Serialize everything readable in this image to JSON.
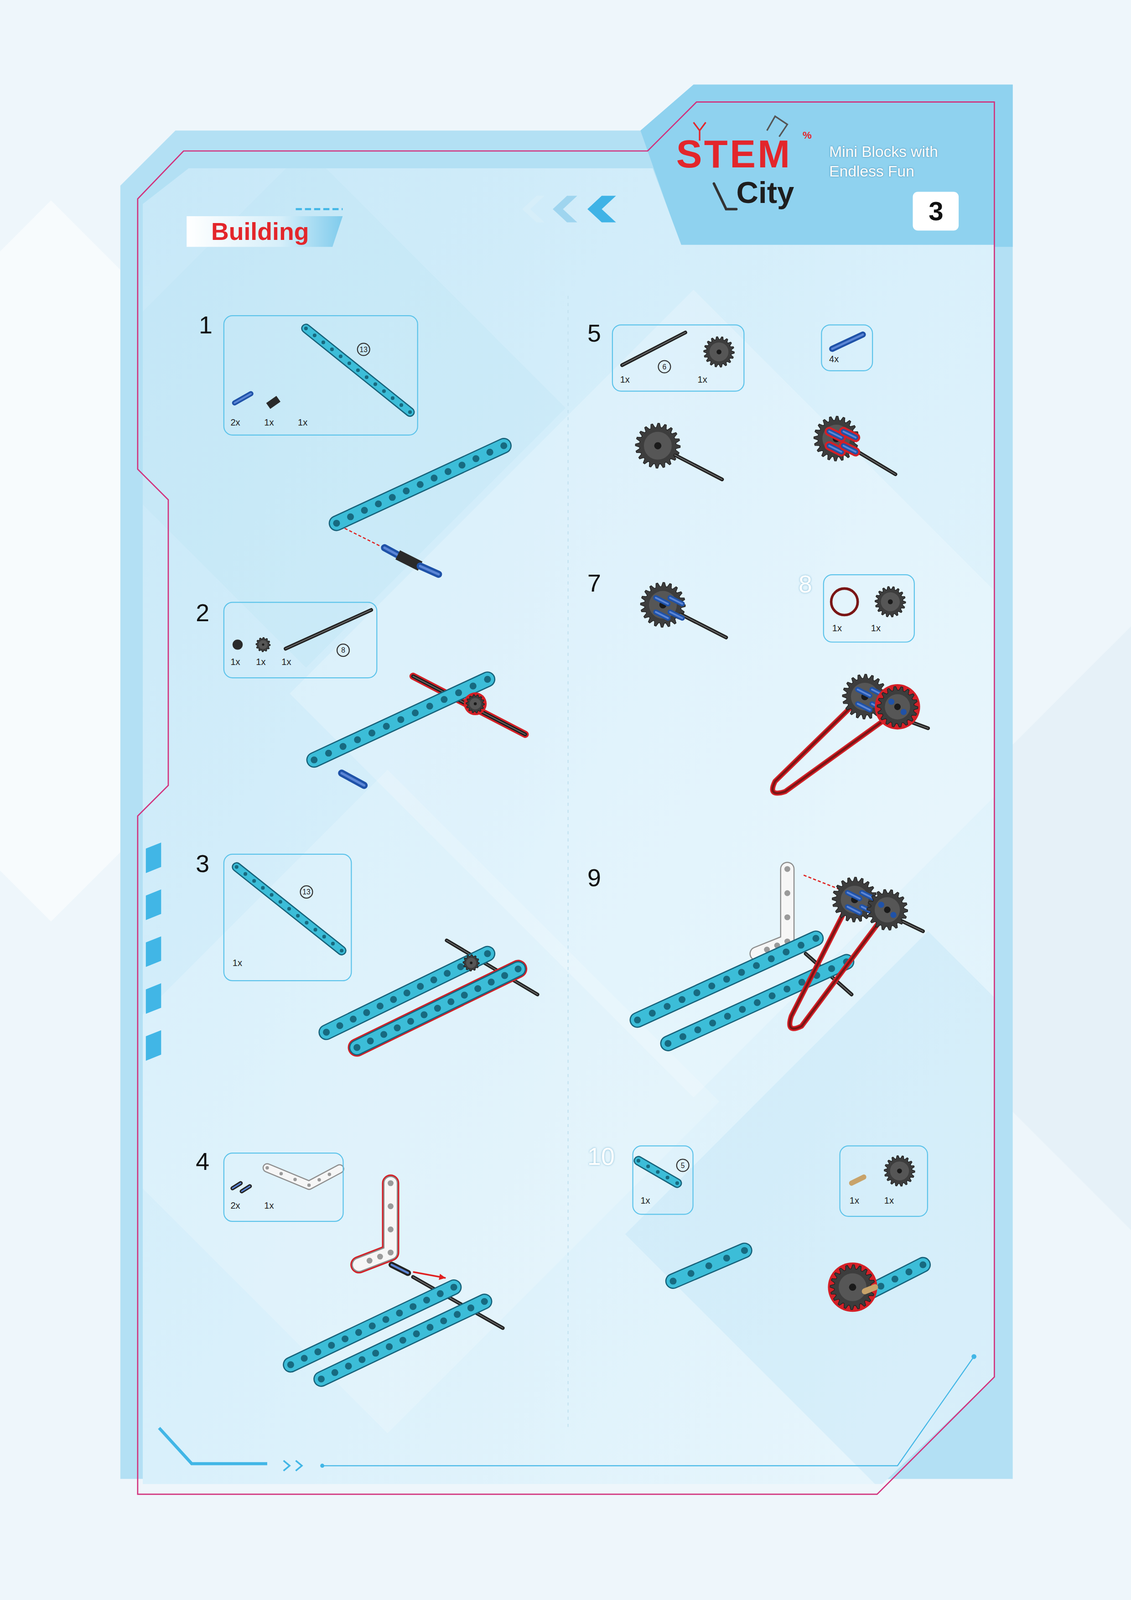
{
  "diagram": {
    "title": "Building",
    "nodes": [
      {
        "text": [
          "3"
        ]
      },
      {
        "text": [
          "13",
          "2x",
          "1x",
          "1x"
        ]
      },
      {
        "text": [
          "8",
          "1x",
          "1x",
          "1x"
        ]
      },
      {
        "text": [
          "13",
          "1x"
        ]
      },
      {
        "text": [
          "2x",
          "1x"
        ]
      },
      {
        "text": [
          "6",
          "1x",
          "1x"
        ]
      },
      {
        "text": [
          "4x"
        ]
      },
      {
        "text": [
          "1x",
          "1x"
        ]
      },
      {
        "text": [
          "5",
          "1x"
        ]
      },
      {
        "text": [
          "1x",
          "1x"
        ]
      }
    ],
    "labels": [
      "STEM",
      "%",
      "City",
      "Mini Blocks with Endless Fun",
      "1",
      "2",
      "3",
      "4",
      "5",
      "7",
      "8",
      "9",
      "10"
    ]
  }
}
